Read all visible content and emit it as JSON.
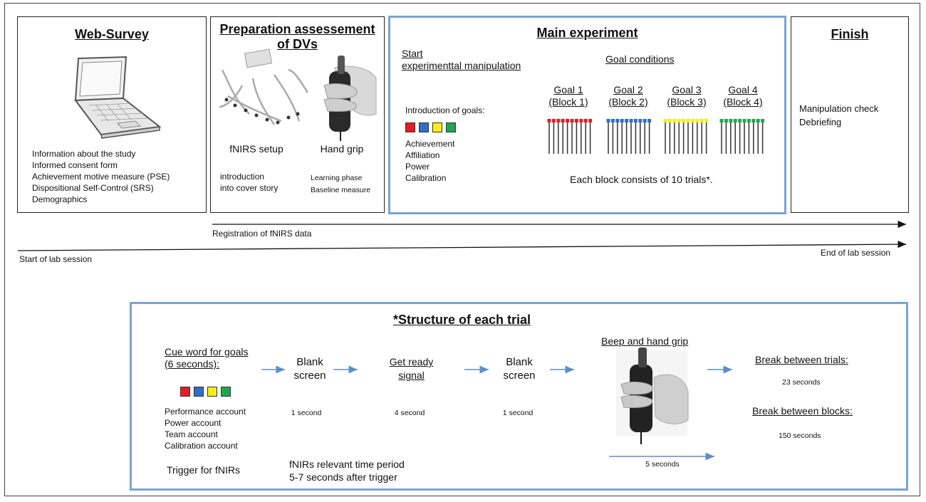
{
  "colors": {
    "red": "#e51c23",
    "blue": "#2f6fc7",
    "yellow": "#f6ee1a",
    "green": "#1fa84f",
    "box_blue": "#7aa4cf",
    "arrow_blue": "#5b8fc9"
  },
  "web_survey": {
    "title": "Web-Survey",
    "items": [
      "Information about the study",
      "Informed consent form",
      "Achievement motive measure (PSE)",
      "Dispositional Self-Control (SRS)",
      "Demographics"
    ],
    "icon": "laptop-icon"
  },
  "preparation": {
    "title_line1": "Preparation assessement",
    "title_line2": "of DVs",
    "fnirs_label": "fNIRS setup",
    "handgrip_label": "Hand grip",
    "fnirs_note_1": "introduction",
    "fnirs_note_2": "into cover story",
    "handgrip_note_1": "Learning phase",
    "handgrip_note_2": "Baseline measure"
  },
  "main_experiment": {
    "title": "Main experiment",
    "start_line1": "Start",
    "start_line2": "experimenttal manipulation",
    "goal_conditions": "Goal conditions",
    "intro_goals": "Introduction of goals:",
    "goal_types": [
      "Achievement",
      "Affiliation",
      "Power",
      "Calibration"
    ],
    "goals": [
      {
        "line1": "Goal  1",
        "line2": "(Block 1)",
        "color": "#e51c23"
      },
      {
        "line1": "Goal  2",
        "line2": "(Block 2)",
        "color": "#2f6fc7"
      },
      {
        "line1": "Goal  3",
        "line2": "(Block 3)",
        "color": "#f6ee1a"
      },
      {
        "line1": "Goal  4",
        "line2": "(Block 4)",
        "color": "#1fa84f"
      }
    ],
    "trials_note": "Each block consists of 10 trials*."
  },
  "finish": {
    "title": "Finish",
    "items": [
      "Manipulation check",
      "Debriefing"
    ]
  },
  "timeline": {
    "registration": "Registration of fNIRS data",
    "start_session": "Start of lab session",
    "end_session": "End  of lab session"
  },
  "trial_structure": {
    "title": "*Structure of each trial",
    "cue_title_line1": "Cue word for goals",
    "cue_title_line2": "(6 seconds):",
    "accounts": [
      "Performance account",
      "Power account",
      "Team account",
      "Calibration account"
    ],
    "trigger": "Trigger for fNIRs",
    "relevant_line1": "fNIRs relevant time period",
    "relevant_line2": "5-7 seconds after trigger",
    "blank1_line1": "Blank",
    "blank1_line2": "screen",
    "blank1_time": "1 second",
    "ready_line1": "Get ready",
    "ready_line2": "signal",
    "ready_time": "4 second",
    "blank2_line1": "Blank",
    "blank2_line2": "screen",
    "blank2_time": "1 second",
    "beep": "Beep and hand grip",
    "beep_time": "5 seconds",
    "break_trials": "Break between trials:",
    "break_trials_time": "23 seconds",
    "break_blocks": "Break between blocks:",
    "break_blocks_time": "150 seconds"
  }
}
